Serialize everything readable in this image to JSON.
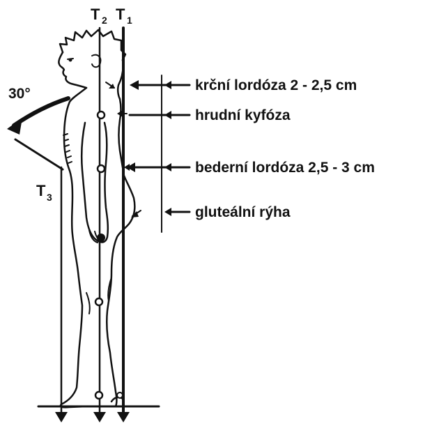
{
  "plumb_lines": {
    "t1": {
      "letter": "T",
      "sub": "1"
    },
    "t2": {
      "letter": "T",
      "sub": "2"
    },
    "t3": {
      "letter": "T",
      "sub": "3"
    }
  },
  "angle": {
    "text": "30°"
  },
  "labels": {
    "cervical": "krční lordóza 2 - 2,5 cm",
    "thoracic": "hrudní kyfóza",
    "lumbar": "bederní lordóza 2,5 - 3 cm",
    "gluteal": "gluteální rýha"
  }
}
